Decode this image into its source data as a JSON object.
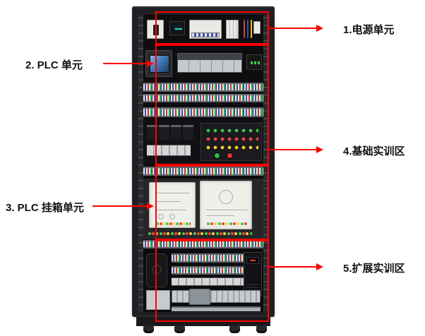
{
  "figure": {
    "type": "annotated-equipment-photo",
    "annotation_color": "#ff0000",
    "labels": [
      {
        "num": "1",
        "text": "1.电源单元"
      },
      {
        "num": "2",
        "text": "2. PLC 单元"
      },
      {
        "num": "3",
        "text": "3. PLC 挂箱单元"
      },
      {
        "num": "4",
        "text": "4.基础实训区"
      },
      {
        "num": "5",
        "text": "5.扩展实训区"
      }
    ]
  }
}
